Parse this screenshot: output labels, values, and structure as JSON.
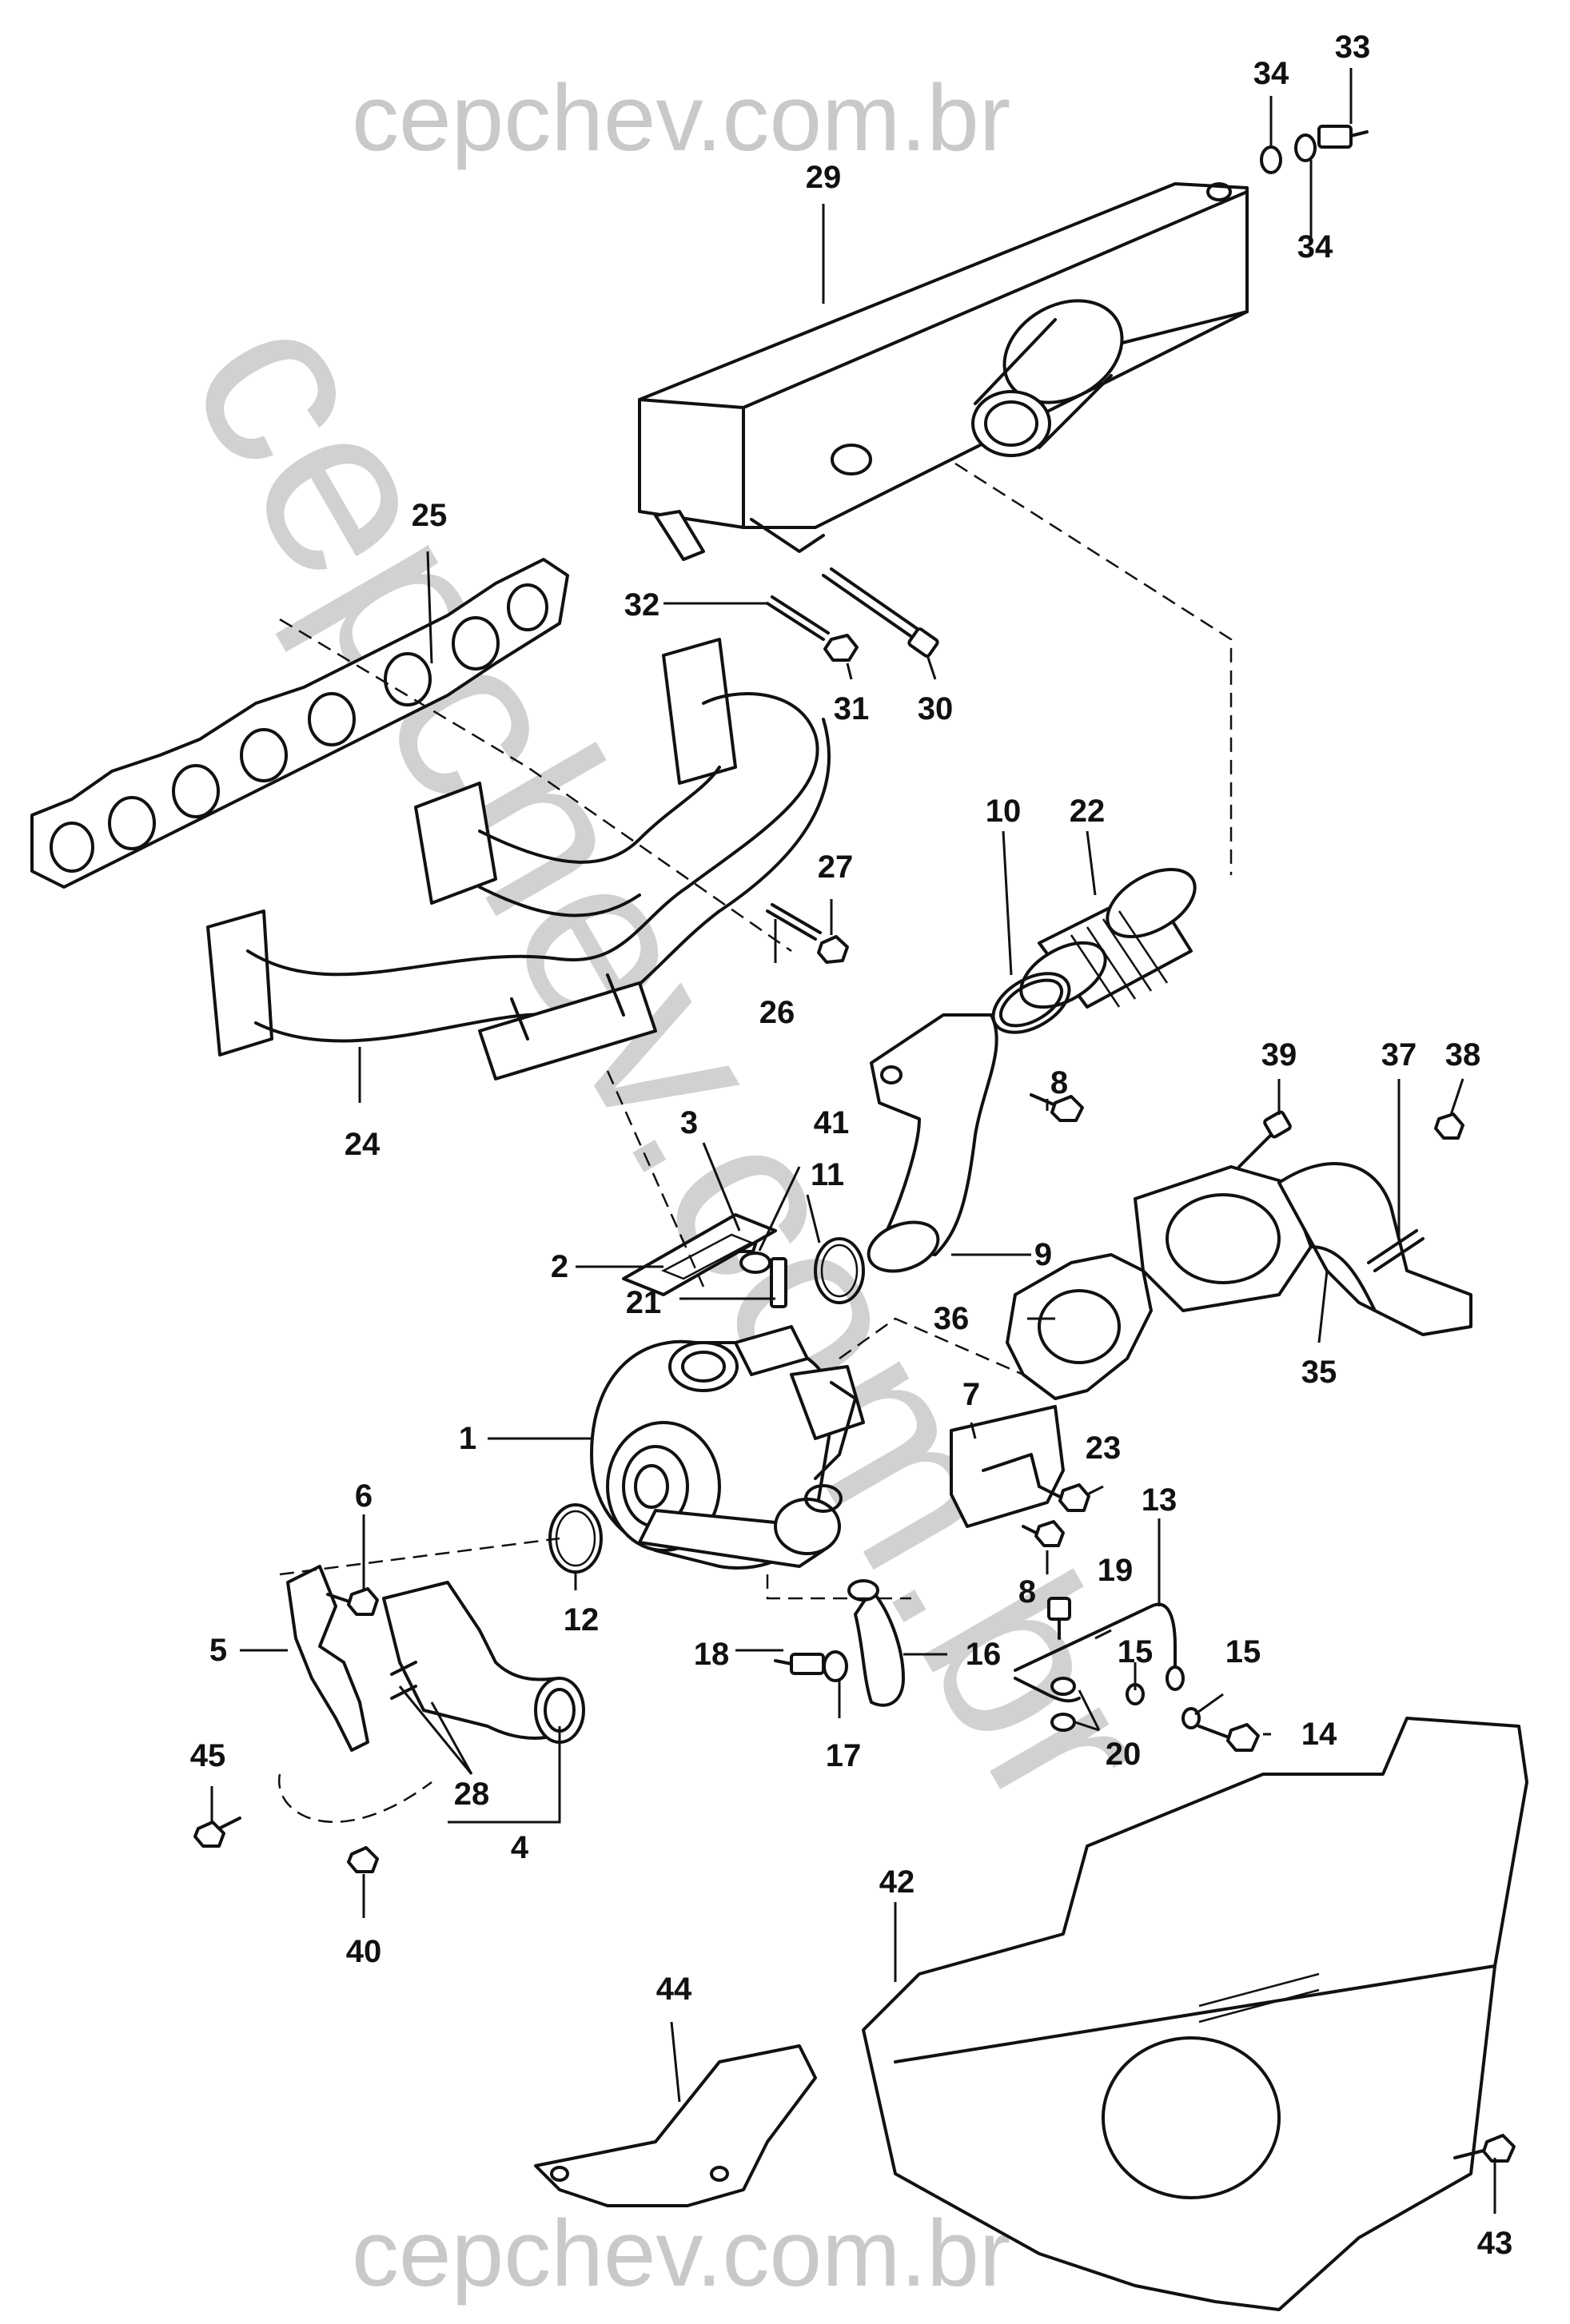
{
  "watermark": {
    "top": "cepchev.com.br",
    "bottom": "cepchev.com.br",
    "diagonal": "cepchev.com.br",
    "color": "#c9c9c9"
  },
  "callouts": [
    {
      "id": "1",
      "label": "1"
    },
    {
      "id": "2",
      "label": "2"
    },
    {
      "id": "3",
      "label": "3"
    },
    {
      "id": "4",
      "label": "4"
    },
    {
      "id": "5",
      "label": "5"
    },
    {
      "id": "6",
      "label": "6"
    },
    {
      "id": "7",
      "label": "7"
    },
    {
      "id": "8a",
      "label": "8"
    },
    {
      "id": "8b",
      "label": "8"
    },
    {
      "id": "9",
      "label": "9"
    },
    {
      "id": "10",
      "label": "10"
    },
    {
      "id": "11",
      "label": "11"
    },
    {
      "id": "12",
      "label": "12"
    },
    {
      "id": "13",
      "label": "13"
    },
    {
      "id": "14",
      "label": "14"
    },
    {
      "id": "15a",
      "label": "15"
    },
    {
      "id": "15b",
      "label": "15"
    },
    {
      "id": "16",
      "label": "16"
    },
    {
      "id": "17",
      "label": "17"
    },
    {
      "id": "18",
      "label": "18"
    },
    {
      "id": "19",
      "label": "19"
    },
    {
      "id": "20",
      "label": "20"
    },
    {
      "id": "21",
      "label": "21"
    },
    {
      "id": "22",
      "label": "22"
    },
    {
      "id": "23",
      "label": "23"
    },
    {
      "id": "24",
      "label": "24"
    },
    {
      "id": "25",
      "label": "25"
    },
    {
      "id": "26",
      "label": "26"
    },
    {
      "id": "27",
      "label": "27"
    },
    {
      "id": "28",
      "label": "28"
    },
    {
      "id": "29",
      "label": "29"
    },
    {
      "id": "30",
      "label": "30"
    },
    {
      "id": "31",
      "label": "31"
    },
    {
      "id": "32",
      "label": "32"
    },
    {
      "id": "33",
      "label": "33"
    },
    {
      "id": "34a",
      "label": "34"
    },
    {
      "id": "34b",
      "label": "34"
    },
    {
      "id": "35",
      "label": "35"
    },
    {
      "id": "36",
      "label": "36"
    },
    {
      "id": "37",
      "label": "37"
    },
    {
      "id": "38",
      "label": "38"
    },
    {
      "id": "39",
      "label": "39"
    },
    {
      "id": "40",
      "label": "40"
    },
    {
      "id": "41",
      "label": "41"
    },
    {
      "id": "42",
      "label": "42"
    },
    {
      "id": "43",
      "label": "43"
    },
    {
      "id": "44",
      "label": "44"
    },
    {
      "id": "45",
      "label": "45"
    }
  ]
}
